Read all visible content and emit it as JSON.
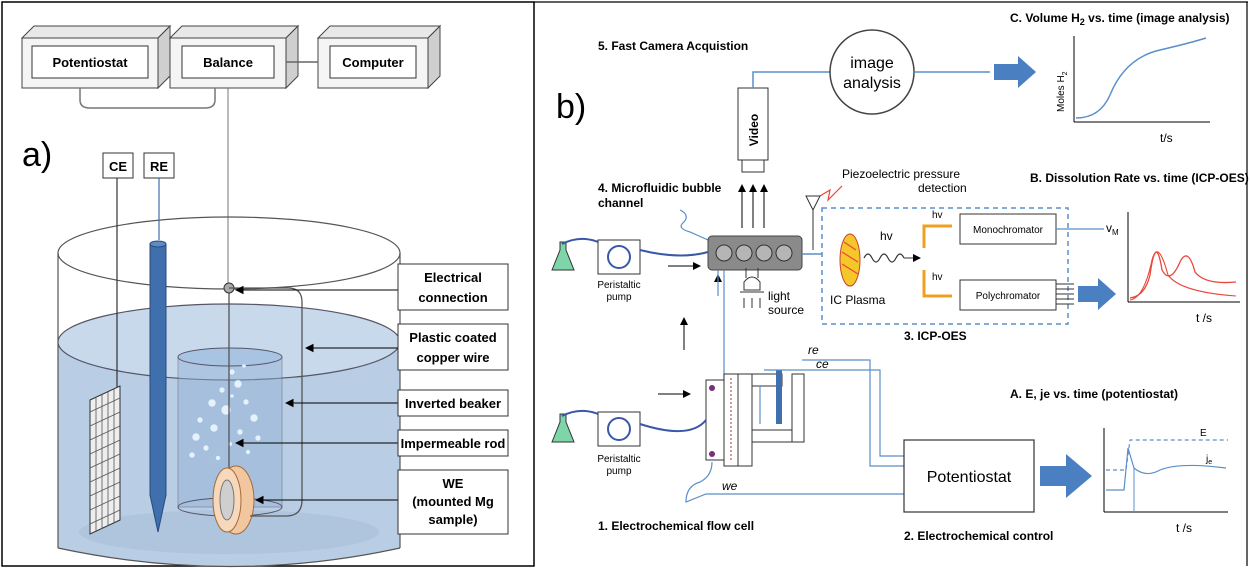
{
  "panel_a": {
    "label": "a)",
    "instruments": [
      "Potentiostat",
      "Balance",
      "Computer"
    ],
    "electrodes": [
      "CE",
      "RE"
    ],
    "callouts": [
      [
        "Electrical",
        "connection"
      ],
      [
        "Plastic coated",
        "copper wire"
      ],
      [
        "Inverted beaker"
      ],
      [
        "Impermeable rod"
      ],
      [
        "WE",
        "(mounted Mg",
        "sample)"
      ]
    ]
  },
  "panel_b": {
    "label": "b)",
    "camera_title": "5. Fast Camera Acquistion",
    "video_label": "Video",
    "image_analysis": [
      "image",
      "analysis"
    ],
    "piezo": [
      "Piezoelectric pressure",
      "detection"
    ],
    "microfluidic": [
      "4. Microfluidic bubble",
      "channel"
    ],
    "pump_label": [
      "Peristaltic",
      "pump"
    ],
    "light_source": [
      "light",
      "source"
    ],
    "hv": "hv",
    "ic_plasma": "IC Plasma",
    "monochromator": "Monochromator",
    "polychromator": "Polychromator",
    "vm": "v",
    "vm_sub": "M",
    "icp_oes": "3. ICP-OES",
    "re": "re",
    "ce": "ce",
    "we": "we",
    "potentiostat": "Potentiostat",
    "flow_cell": "1. Electrochemical flow cell",
    "control": "2. Electrochemical control",
    "graph_c_title": "C.  Volume H",
    "graph_c_title_sub": "2",
    "graph_c_title_tail": " vs. time (image analysis)",
    "graph_c_ylabel": "Moles H",
    "graph_c_ylabel_sub": "2",
    "graph_b_title": "B.  Dissolution Rate vs. time (ICP-OES)",
    "graph_a_title": "A.  E, je vs. time (potentiostat)",
    "graph_a_E": "E",
    "graph_a_j": "j",
    "graph_a_j_sub": "e",
    "ts": "t/s",
    "ts2": "t /s"
  },
  "colors": {
    "liquid": "#b9cde4",
    "rod": "#3f6fad",
    "arrow": "#4a7fc1",
    "accent_line": "#5b8fc8",
    "red_curve": "#e8473a",
    "orange": "#f0a020"
  }
}
